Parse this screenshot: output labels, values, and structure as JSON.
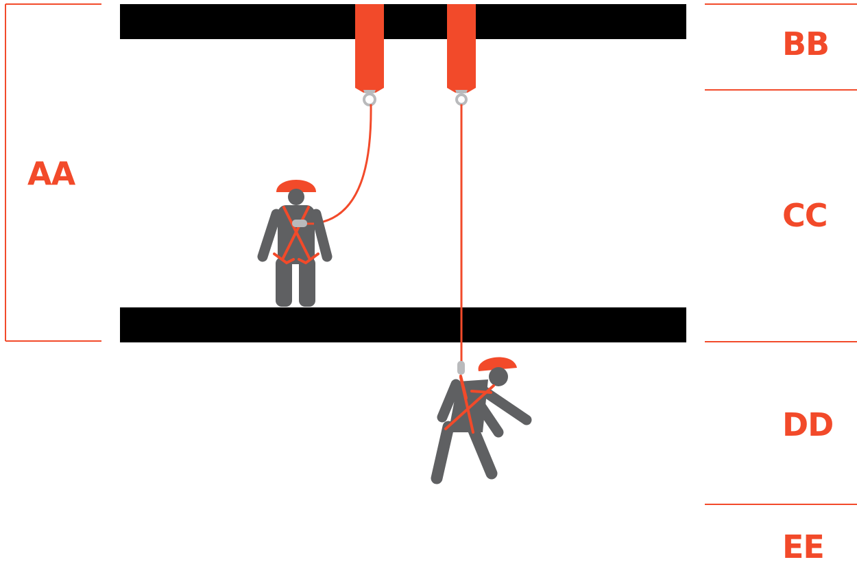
{
  "colors": {
    "accent": "#f24a2a",
    "beam": "#000000",
    "figure": "#5f6062",
    "hardware": "#b9babc",
    "background": "#ffffff"
  },
  "labels": {
    "aa": "AA",
    "bb": "BB",
    "cc": "CC",
    "dd": "DD",
    "ee": "EE"
  },
  "icons": [
    "anchor-strap-icon",
    "worker-icon",
    "fallen-worker-icon",
    "hard-hat-icon",
    "harness-icon"
  ]
}
